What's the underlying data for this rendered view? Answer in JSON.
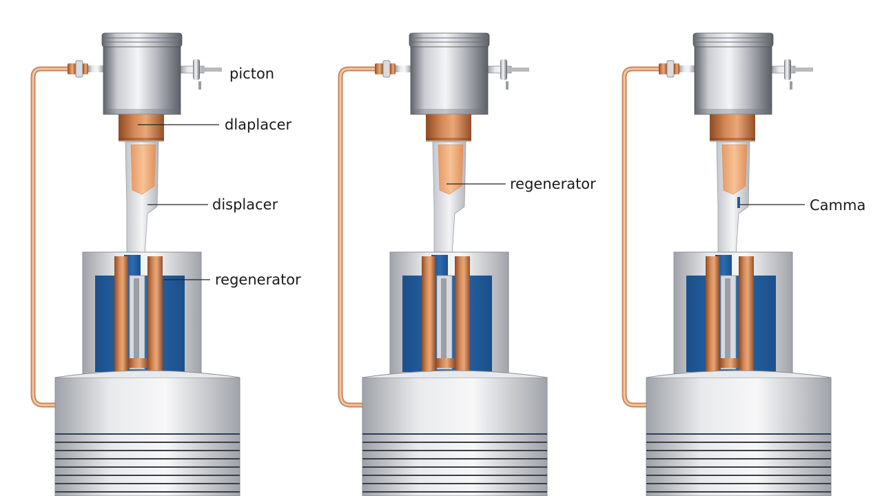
{
  "units": [
    {
      "labels": [
        {
          "text": "picton"
        },
        {
          "text": "dlaplacer"
        },
        {
          "text": "displacer"
        },
        {
          "text": "regenerator"
        }
      ]
    },
    {
      "labels": [
        {
          "text": "regenerator"
        }
      ]
    },
    {
      "labels": [
        {
          "text": "Camma"
        }
      ]
    }
  ],
  "colors": {
    "copper": "#c8703e",
    "copper_light": "#f0b07e",
    "steel": "#b9bcc2",
    "steel_dark": "#6d7178",
    "blue": "#1f5c9e",
    "pipe": "#e0a274"
  }
}
